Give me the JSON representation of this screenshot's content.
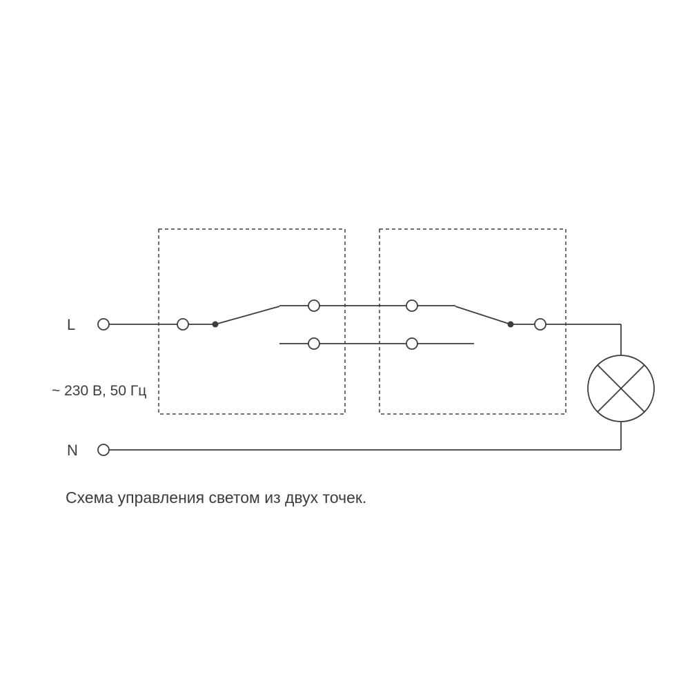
{
  "theme": {
    "background": "#ffffff",
    "line_color": "#3c3c3c",
    "text_color": "#3c3c3c"
  },
  "diagram": {
    "phase_label": "L",
    "neutral_label": "N",
    "voltage_label": "~ 230 В, 50 Гц",
    "caption": "Схема управления светом из двух точек.",
    "icons": {
      "lamp": "lamp-cross-circle-icon"
    }
  }
}
